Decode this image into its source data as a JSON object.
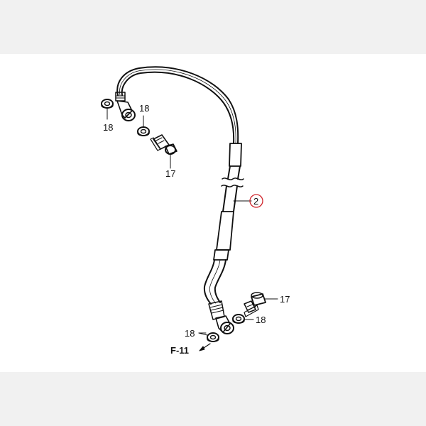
{
  "diagram": {
    "callouts": {
      "washer_top_left": "18",
      "washer_top_mid": "18",
      "bolt_top": "17",
      "hose": "2",
      "bolt_bottom": "17",
      "washer_bottom_right": "18",
      "washer_bottom_left": "18"
    },
    "reference": "F-11",
    "highlight_color": "#d0262d"
  }
}
